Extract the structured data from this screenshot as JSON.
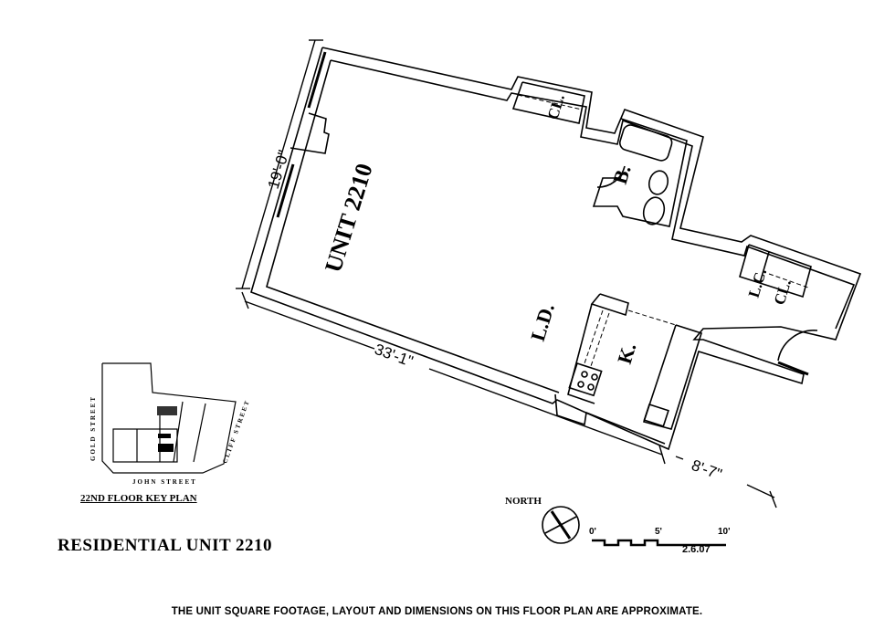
{
  "plan": {
    "unit_label": "UNIT 2210",
    "rooms": {
      "living_dining": "L.D.",
      "kitchen": "K.",
      "bath": "B.",
      "closet_1": "CL.",
      "closet_2": "CL.",
      "linen_closet": "L.C."
    },
    "dimensions": {
      "width": "19'-0\"",
      "length": "33'-1\"",
      "kitchen_depth": "8'-7\""
    }
  },
  "key_plan": {
    "label": "22ND FLOOR KEY PLAN",
    "streets": {
      "west": "GOLD STREET",
      "south": "JOHN STREET",
      "east": "CLIFF STREET"
    }
  },
  "north": {
    "label": "NORTH"
  },
  "scale": {
    "ticks": [
      "0'",
      "5'",
      "10'"
    ],
    "date": "2.6.07"
  },
  "title": "RESIDENTIAL UNIT 2210",
  "disclaimer": "THE UNIT SQUARE FOOTAGE, LAYOUT AND DIMENSIONS ON THIS FLOOR PLAN ARE APPROXIMATE."
}
